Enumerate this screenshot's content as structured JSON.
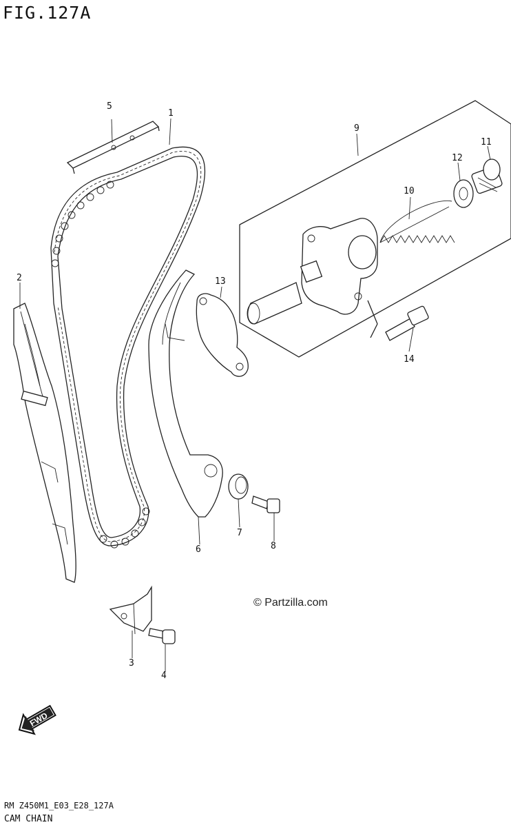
{
  "figure": {
    "title": "FIG.127A"
  },
  "callouts": {
    "c1": "1",
    "c2": "2",
    "c3": "3",
    "c4": "4",
    "c5": "5",
    "c6": "6",
    "c7": "7",
    "c8": "8",
    "c9": "9",
    "c10": "10",
    "c11": "11",
    "c12": "12",
    "c13": "13",
    "c14": "14"
  },
  "watermark": "© Partzilla.com",
  "fwd_arrow": {
    "label": "FWD",
    "icon": "fwd-arrow-icon"
  },
  "footer": {
    "code": "RM Z450M1_E03_E28_127A",
    "name": "CAM CHAIN"
  }
}
